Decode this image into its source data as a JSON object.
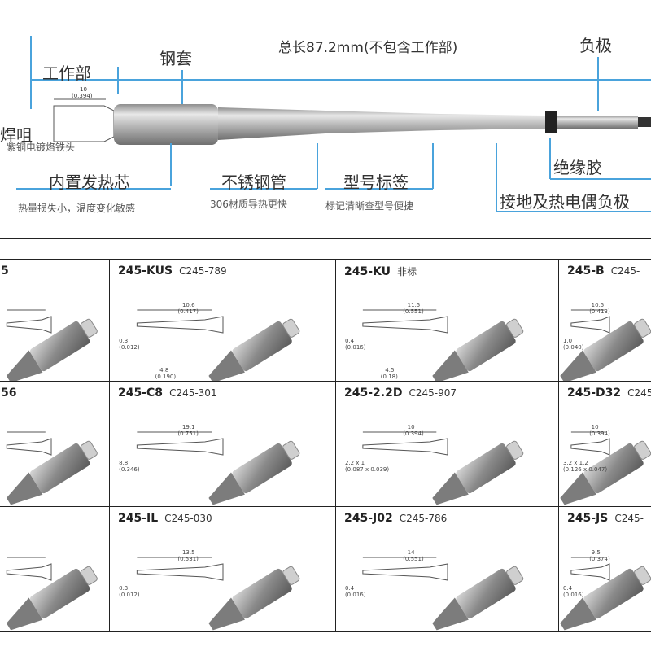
{
  "top": {
    "total_length": "总长87.2mm(不包含工作部)",
    "work_part": "工作部",
    "steel_sleeve": "钢套",
    "negative": "负极",
    "solder_tip_partial": "焊咀",
    "copper_note": "紫铜电镀烙铁头",
    "heater": "内置发热芯",
    "heater_note": "热量损失小，温度变化敏感",
    "steel_tube": "不锈钢管",
    "steel_tube_note": "306材质导热更快",
    "model_label": "型号标签",
    "model_label_note": "标记清晰查型号便捷",
    "insulation": "绝缘胶",
    "ground": "接地及热电偶负极",
    "dim_top": "10",
    "dim_top_in": "(0.394)"
  },
  "cells": [
    {
      "name": "5",
      "code": ""
    },
    {
      "name": "245-KUS",
      "code": "C245-789",
      "d1": "10.6",
      "d1b": "(0.417)",
      "d2": "0.3",
      "d2b": "(0.012)",
      "d3": "4.8",
      "d3b": "(0.190)"
    },
    {
      "name": "245-KU",
      "code": "非标",
      "d1": "11.5",
      "d1b": "(0.551)",
      "d2": "0.4",
      "d2b": "(0.016)",
      "d3": "4.5",
      "d3b": "(0.18)"
    },
    {
      "name": "245-B",
      "code": "C245-",
      "d1": "10.5",
      "d1b": "(0.413)",
      "d2": "1.0",
      "d2b": "(0.040)"
    },
    {
      "name": "56",
      "code": ""
    },
    {
      "name": "245-C8",
      "code": "C245-301",
      "d1": "19.1",
      "d1b": "(0.751)",
      "d2": "8.8",
      "d2b": "(0.346)"
    },
    {
      "name": "245-2.2D",
      "code": "C245-907",
      "d1": "10",
      "d1b": "(0.394)",
      "d2": "2.2 x 1",
      "d2b": "(0.087 x 0.039)"
    },
    {
      "name": "245-D32",
      "code": "C245-",
      "d1": "10",
      "d1b": "(0.394)",
      "d2": "3.2 x 1.2",
      "d2b": "(0.126 x 0.047)"
    },
    {
      "name": "",
      "code": ""
    },
    {
      "name": "245-IL",
      "code": "C245-030",
      "d1": "13.5",
      "d1b": "(0.531)",
      "d2": "0.3",
      "d2b": "(0.012)"
    },
    {
      "name": "245-J02",
      "code": "C245-786",
      "d1": "14",
      "d1b": "(0.551)",
      "d2": "0.4",
      "d2b": "(0.016)"
    },
    {
      "name": "245-JS",
      "code": "C245-",
      "d1": "9.5",
      "d1b": "(0.374)",
      "d2": "0.4",
      "d2b": "(0.016)"
    }
  ]
}
